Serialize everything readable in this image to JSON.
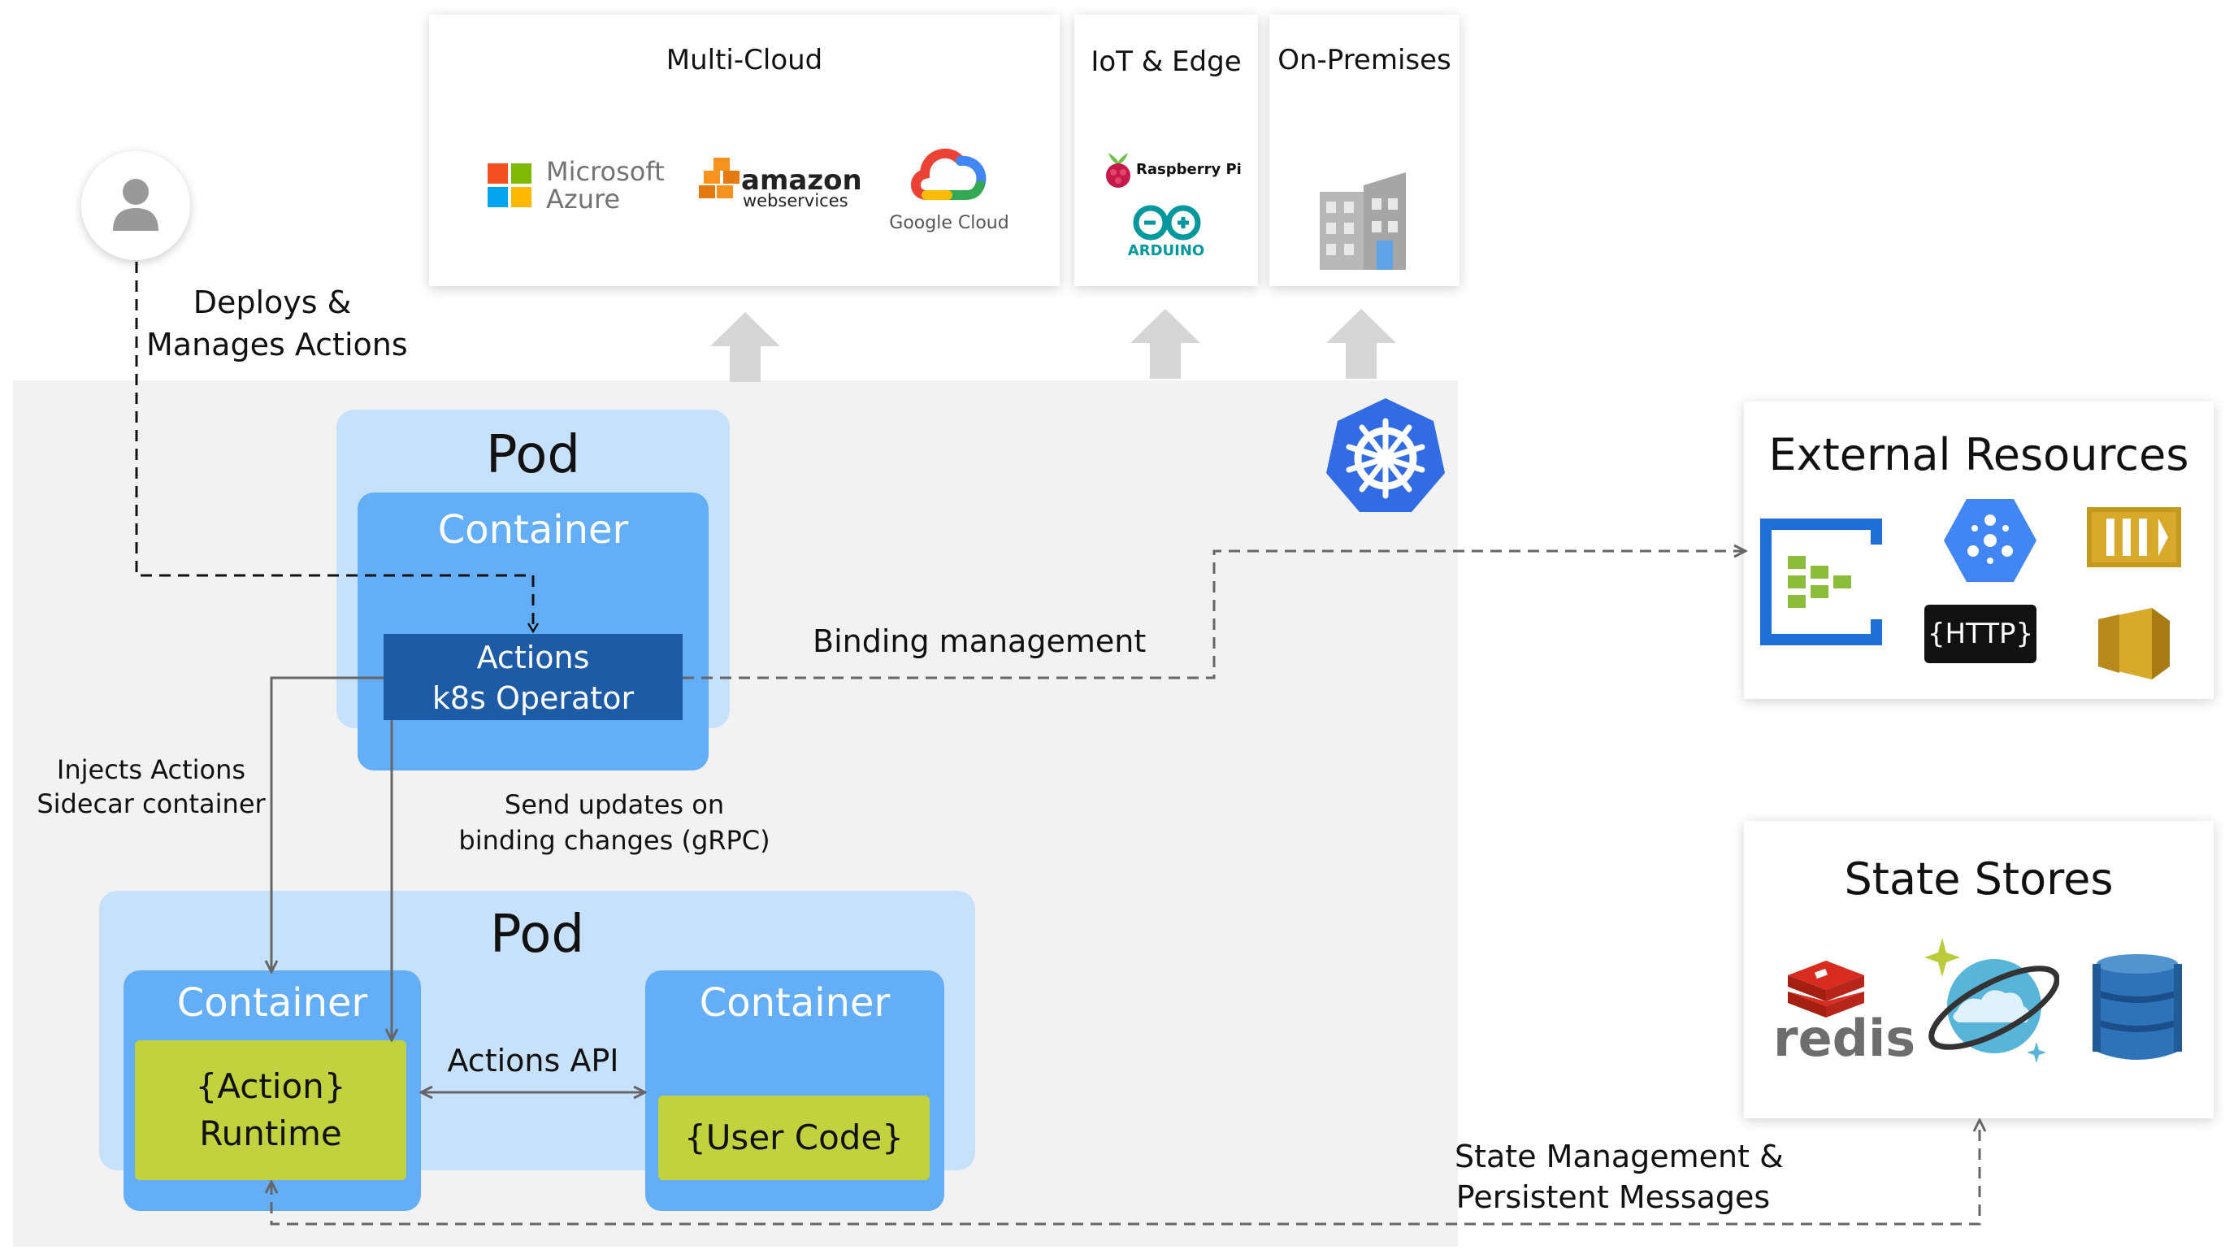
{
  "top_boxes": {
    "multi_cloud": {
      "title": "Multi-Cloud",
      "microsoft_line1": "Microsoft",
      "microsoft_line2": "Azure",
      "amazon_line1": "amazon",
      "amazon_line2": "webservices",
      "google": "Google Cloud"
    },
    "iot_edge": {
      "title": "IoT & Edge",
      "raspberry": "Raspberry Pi",
      "arduino": "ARDUINO"
    },
    "on_premises": {
      "title": "On-Premises"
    }
  },
  "user": {
    "action_line1": "Deploys &",
    "action_line2": "Manages Actions"
  },
  "operator_pod": {
    "pod_label": "Pod",
    "container_label": "Container",
    "operator_line1": "Actions",
    "operator_line2": "k8s Operator"
  },
  "app_pod": {
    "pod_label": "Pod",
    "left_container_label": "Container",
    "runtime_line1": "{Action}",
    "runtime_line2": "Runtime",
    "right_container_label": "Container",
    "user_code": "{User Code}"
  },
  "edges": {
    "binding_management": "Binding management",
    "injects_line1": "Injects Actions",
    "injects_line2": "Sidecar container",
    "updates_line1": "Send updates on",
    "updates_line2": "binding changes (gRPC)",
    "actions_api": "Actions API",
    "state_line1": "State Management &",
    "state_line2": "Persistent Messages"
  },
  "external_resources": {
    "title": "External Resources",
    "http": "{HTTP}"
  },
  "state_stores": {
    "title": "State Stores",
    "redis": "redis"
  },
  "colors": {
    "pod_bg": "#c8e1fb",
    "container_bg": "#63aef6",
    "operator_bg": "#1e5ba7",
    "runtime_bg": "#c0d23e",
    "k8s_blue": "#326ce5"
  }
}
